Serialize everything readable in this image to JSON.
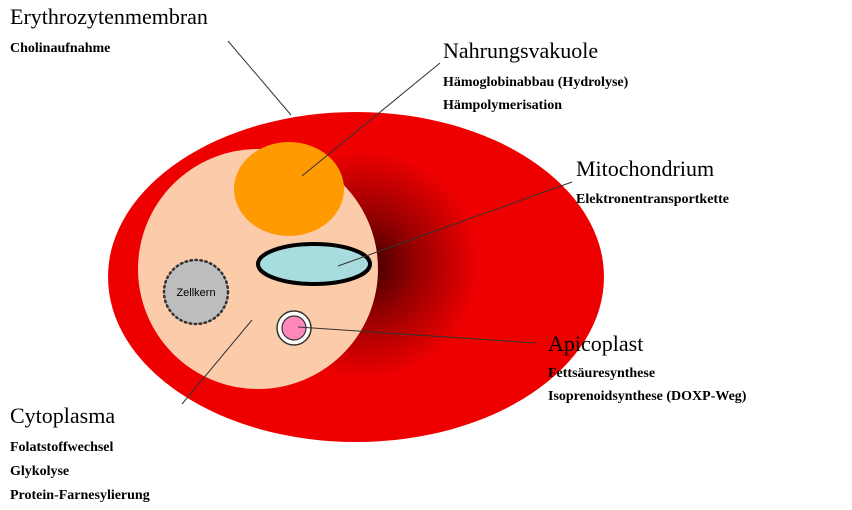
{
  "colors": {
    "erythrocyte": "#ee0000",
    "erythrocyte_dark": "#3a0000",
    "cell_body": "#fcccaa",
    "food_vacuole": "#ff9a00",
    "mitochondrion_fill": "#a8dde0",
    "nucleus_fill": "#bdbdbd",
    "apicoplast_fill": "#ff88bb",
    "leader_line": "#333333"
  },
  "labels": {
    "erythrocyte": {
      "title": "Erythrozytenmembran",
      "lines": [
        "Cholinaufnahme"
      ]
    },
    "food_vacuole": {
      "title": "Nahrungsvakuole",
      "lines": [
        "Hämoglobinabbau (Hydrolyse)",
        "Hämpolymerisation"
      ]
    },
    "mitochondrion": {
      "title": "Mitochondrium",
      "lines": [
        "Elektronentransportkette"
      ]
    },
    "apicoplast": {
      "title": "Apicoplast",
      "lines": [
        "Fettsäuresynthese",
        "Isoprenoidsynthese (DOXP-Weg)"
      ]
    },
    "cytoplasm": {
      "title": "Cytoplasma",
      "lines": [
        "Folatstoffwechsel",
        "Glykolyse",
        "Protein-Farnesylierung"
      ]
    },
    "nucleus": {
      "title": "Zellkern"
    }
  }
}
